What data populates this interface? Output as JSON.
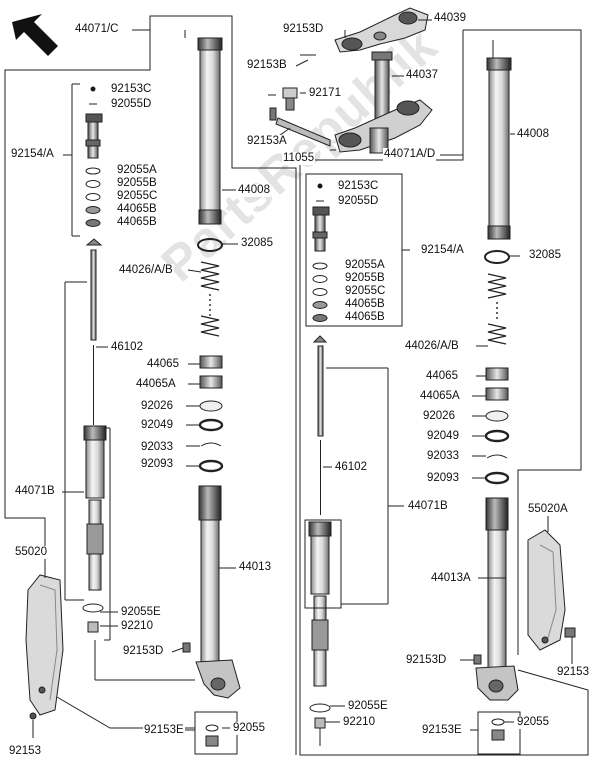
{
  "labels": {
    "l44071c": "44071/C",
    "l92153d_top": "92153D",
    "l44039": "44039",
    "l92153b": "92153B",
    "l44037": "44037",
    "l92171": "92171",
    "l92153a": "92153A",
    "l11055": "11055",
    "l44071ad": "44071A/D",
    "l44008_r": "44008",
    "l44008_l": "44008",
    "l92153c_l": "92153C",
    "l92055d_l": "92055D",
    "l92154a_l": "92154/A",
    "l92055a_l": "92055A",
    "l92055b_l": "92055B",
    "l92055c_l": "92055C",
    "l44065b_l1": "44065B",
    "l44065b_l2": "44065B",
    "l32085_l": "32085",
    "l44026_l": "44026/A/B",
    "l46102_l": "46102",
    "l44065_l": "44065",
    "l44065a_l": "44065A",
    "l92026_l": "92026",
    "l92049_l": "92049",
    "l92033_l": "92033",
    "l92093_l": "92093",
    "l44071b_l": "44071B",
    "l44013": "44013",
    "l55020": "55020",
    "l92055e_l": "92055E",
    "l92210_l": "92210",
    "l92153d_l": "92153D",
    "l92153_l": "92153",
    "l92153e_l": "92153E",
    "l92055_l": "92055",
    "l92153c_r": "92153C",
    "l92055d_r": "92055D",
    "l92154a_r": "92154/A",
    "l92055a_r": "92055A",
    "l92055b_r": "92055B",
    "l92055c_r": "92055C",
    "l44065b_r1": "44065B",
    "l44065b_r2": "44065B",
    "l32085_r": "32085",
    "l44026_r": "44026/A/B",
    "l44065_r": "44065",
    "l44065a_r": "44065A",
    "l92026_r": "92026",
    "l92049_r": "92049",
    "l92033_r": "92033",
    "l92093_r": "92093",
    "l46102_r": "46102",
    "l44071b_r": "44071B",
    "l55020a": "55020A",
    "l44013a": "44013A",
    "l92153d_r": "92153D",
    "l92153_r": "92153",
    "l92055e_r": "92055E",
    "l92210_r": "92210",
    "l92153e_r": "92153E",
    "l92055_r": "92055"
  },
  "watermark": "PartsRepublik"
}
